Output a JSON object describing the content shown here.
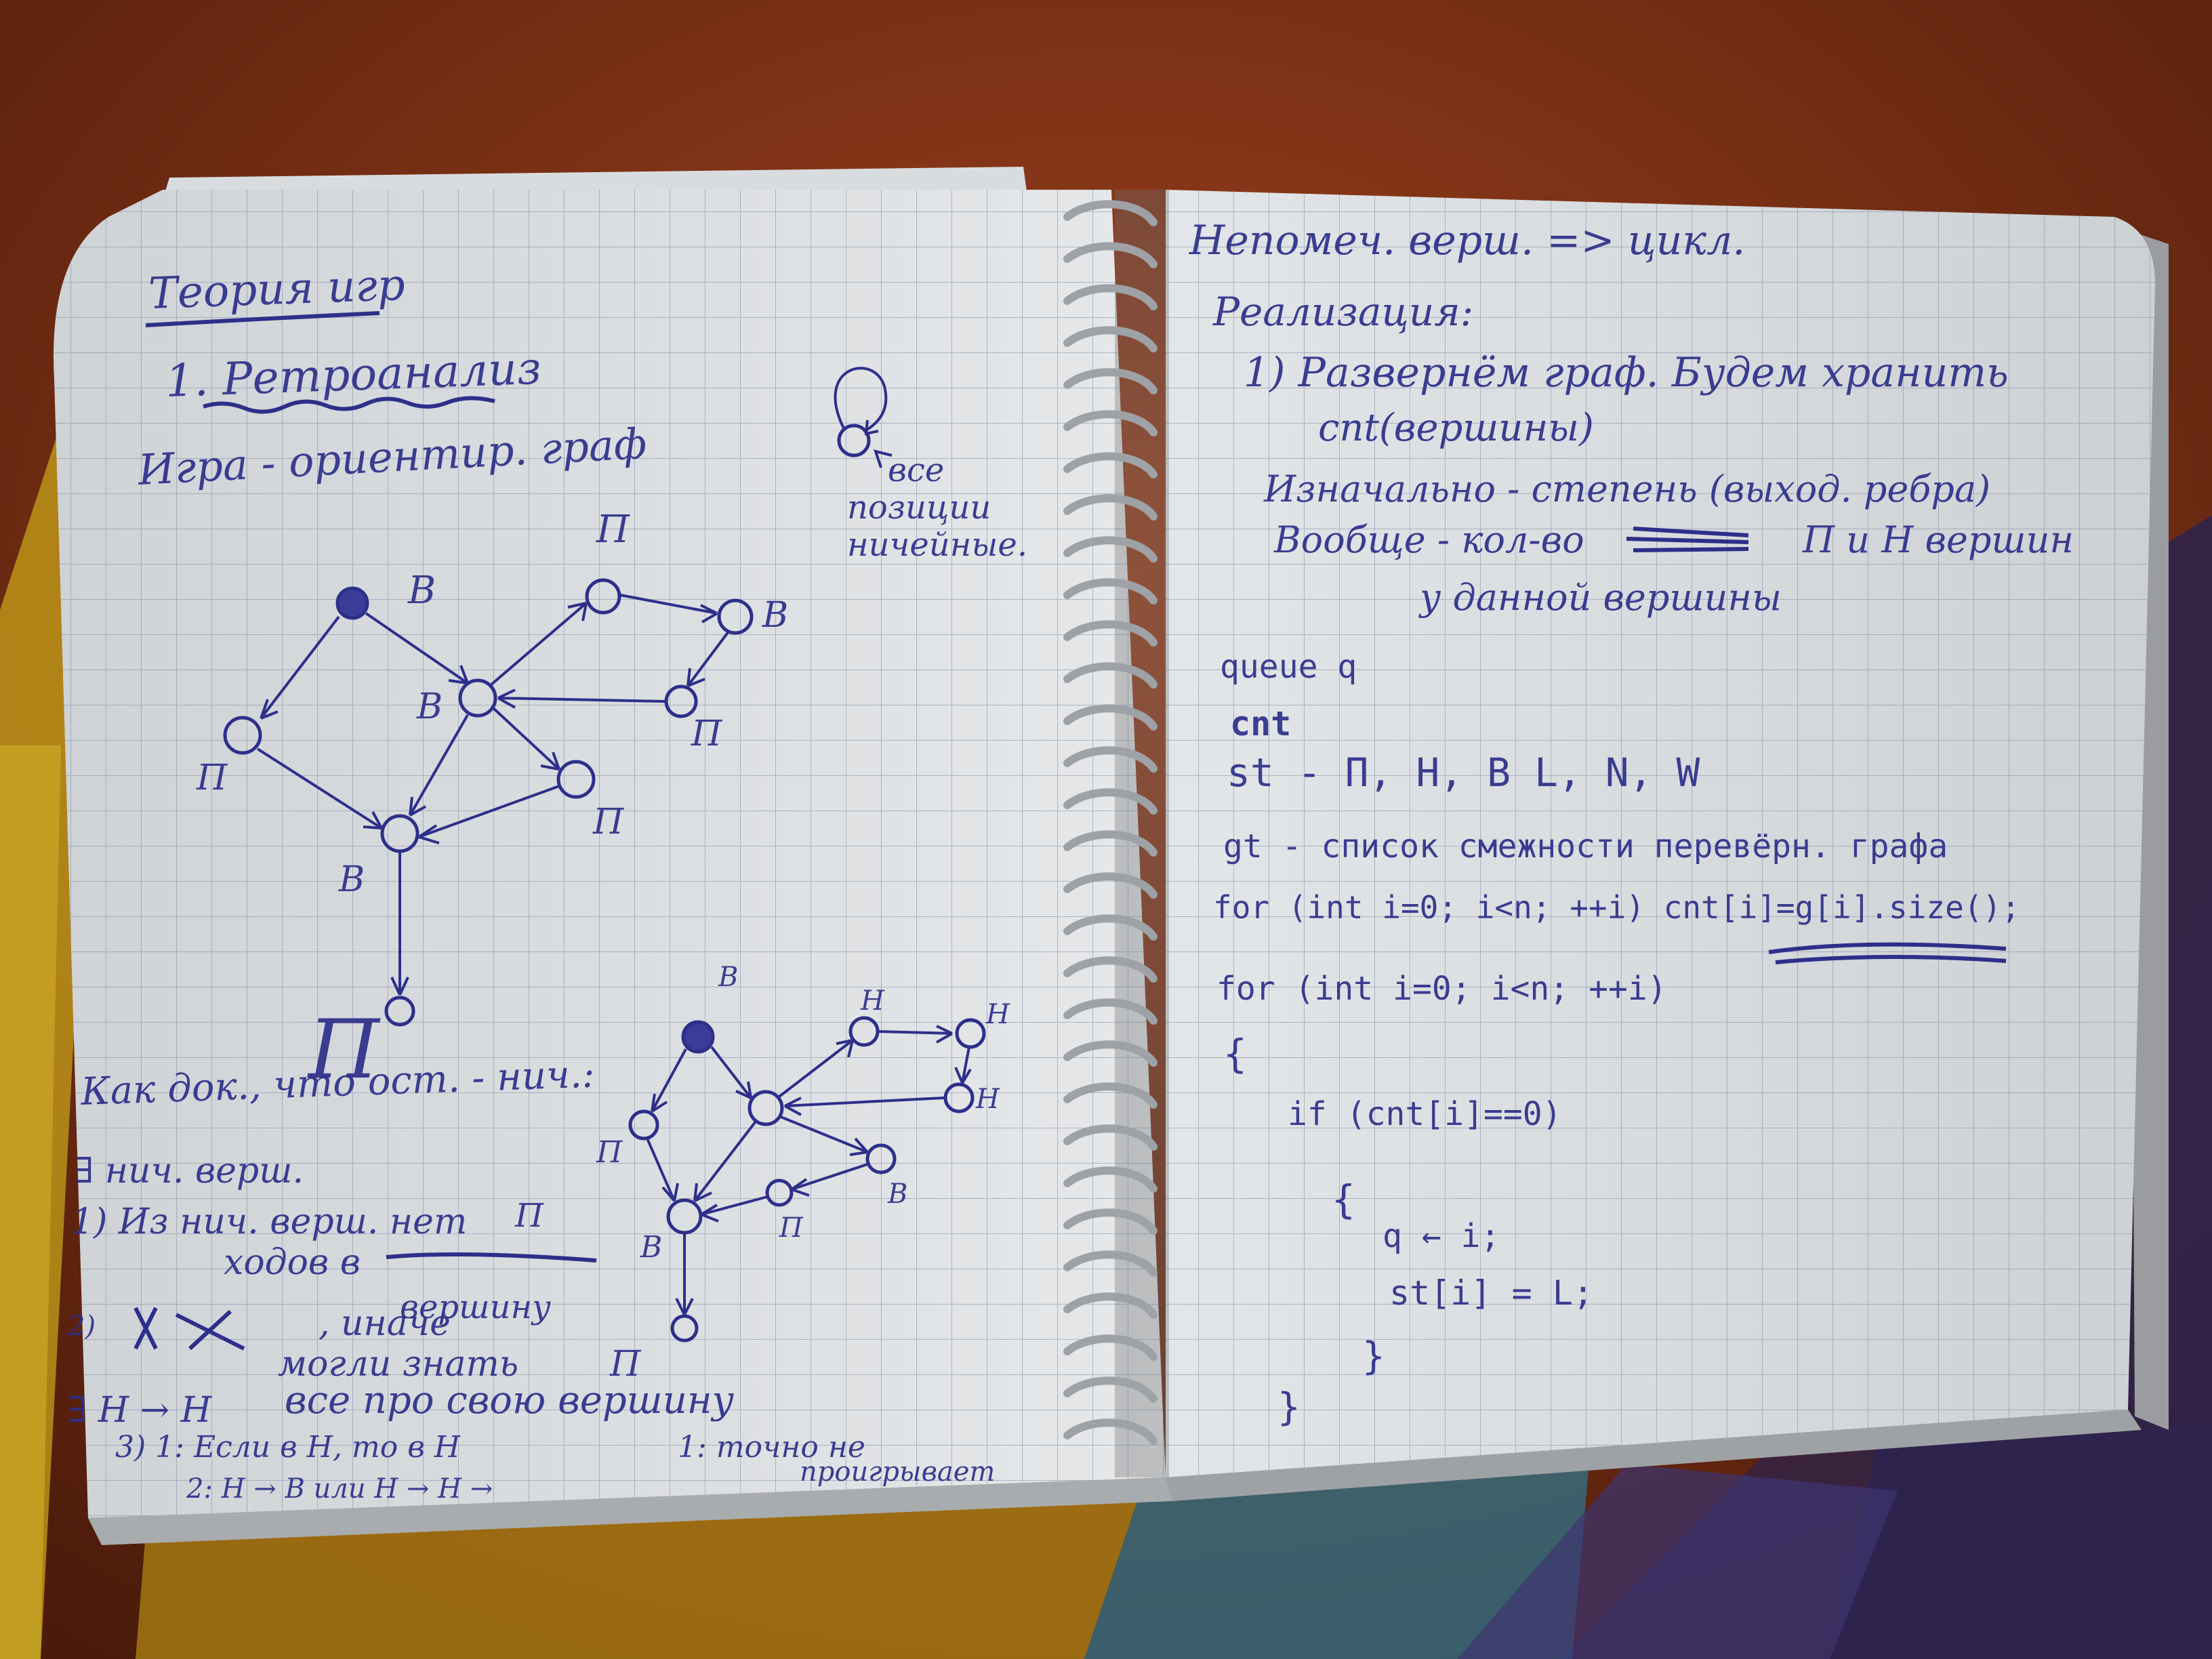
{
  "left_page": {
    "title": "Теория игр",
    "section": "1. Ретроанализ",
    "intro": "Игра - ориентир. граф",
    "self_loop_note": [
      "все",
      "позиции",
      "ничейные."
    ],
    "graph1_labels": [
      "В",
      "П",
      "В",
      "П",
      "В",
      "П",
      "В",
      "П",
      "П"
    ],
    "proof_heading": "Как док., что ост. - нич.:",
    "exists_line": "∃ нич. верш.",
    "point1": [
      "1) Из нич. верш. нет",
      "ходов в",
      "вершину"
    ],
    "point1_fix": "П",
    "point2": [
      "2)",
      ", иначе",
      "могли знать",
      "все про свою вершину"
    ],
    "point2_fix": "П",
    "big_p": "П",
    "point3_head": "∃ Н → Н",
    "point3": [
      "3) 1: Если в Н, то в Н",
      "2: Н → В или Н → Н →",
      "1: точно не",
      "проигрывает"
    ],
    "graph2_labels": [
      "В",
      "Н",
      "Н",
      "Н",
      "П",
      "В",
      "В",
      "П",
      "П"
    ]
  },
  "right_page": {
    "title": "Непомеч. верш. => цикл.",
    "impl_heading": "Реализация:",
    "step1": [
      "1) Развернём граф. Будем хранить",
      "cnt(вершины)"
    ],
    "step1_notes": [
      "Изначально - степень (выход. ребра)",
      "Вообще - кол-во",
      "П и Н вершин",
      "у данной вершины"
    ],
    "code": [
      "queue q",
      "cnt",
      "st - П, Н, В L, N, W",
      "gt - список смежности перевёрн. графа",
      "for (int i=0; i<n; ++i) cnt[i]=g[i].size();",
      "for (int i=0; i<n; ++i)",
      "{",
      "if (cnt[i]==0)",
      "{",
      "q ← i;",
      "st[i] = L;",
      "}",
      "}"
    ]
  }
}
